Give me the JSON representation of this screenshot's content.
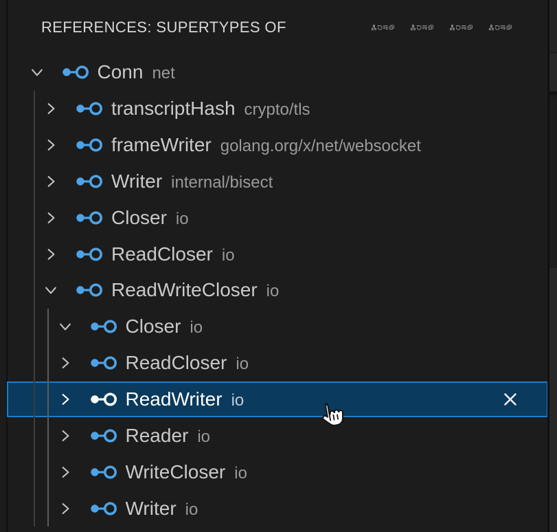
{
  "panel": {
    "title": "REFERENCES: SUPERTYPES OF"
  },
  "header_actions": [
    {
      "name": "type-hierarchy",
      "title": "Show Supertype Hierarchy"
    },
    {
      "name": "refresh",
      "title": "Refresh"
    },
    {
      "name": "clear-all",
      "title": "Clear All"
    },
    {
      "name": "collapse-all",
      "title": "Collapse All"
    }
  ],
  "tree": [
    {
      "label": "Conn",
      "description": "net",
      "level": 1,
      "state": "expanded",
      "selected": false
    },
    {
      "label": "transcriptHash",
      "description": "crypto/tls",
      "level": 2,
      "state": "collapsed",
      "selected": false
    },
    {
      "label": "frameWriter",
      "description": "golang.org/x/net/websocket",
      "level": 2,
      "state": "collapsed",
      "selected": false
    },
    {
      "label": "Writer",
      "description": "internal/bisect",
      "level": 2,
      "state": "collapsed",
      "selected": false
    },
    {
      "label": "Closer",
      "description": "io",
      "level": 2,
      "state": "collapsed",
      "selected": false
    },
    {
      "label": "ReadCloser",
      "description": "io",
      "level": 2,
      "state": "collapsed",
      "selected": false
    },
    {
      "label": "ReadWriteCloser",
      "description": "io",
      "level": 2,
      "state": "expanded",
      "selected": false
    },
    {
      "label": "Closer",
      "description": "io",
      "level": 3,
      "state": "expanded",
      "selected": false
    },
    {
      "label": "ReadCloser",
      "description": "io",
      "level": 3,
      "state": "collapsed",
      "selected": false
    },
    {
      "label": "ReadWriter",
      "description": "io",
      "level": 3,
      "state": "collapsed",
      "selected": true,
      "removable": true
    },
    {
      "label": "Reader",
      "description": "io",
      "level": 3,
      "state": "collapsed",
      "selected": false
    },
    {
      "label": "WriteCloser",
      "description": "io",
      "level": 3,
      "state": "collapsed",
      "selected": false
    },
    {
      "label": "Writer",
      "description": "io",
      "level": 3,
      "state": "collapsed",
      "selected": false
    }
  ],
  "icons": {
    "tree_symbol": "symbol-interface-icon",
    "row_remove": "close-icon",
    "pointer": "pointing-hand-cursor"
  },
  "colors": {
    "background": "#1c1c1c",
    "title": "#d8d8d8",
    "header_icon": "#cfcfcf",
    "label": "#c9c9c9",
    "description": "#9a9a9a",
    "chevron": "#c2c2c2",
    "symbol_interface": "#4da3e8",
    "selection_background": "#0a3a5d",
    "selection_border": "#1b7dca",
    "guide": "#3e3e3e",
    "guide_active": "#5c5c5c",
    "selected_label": "#ffffff",
    "selected_description": "#c2ced8"
  }
}
